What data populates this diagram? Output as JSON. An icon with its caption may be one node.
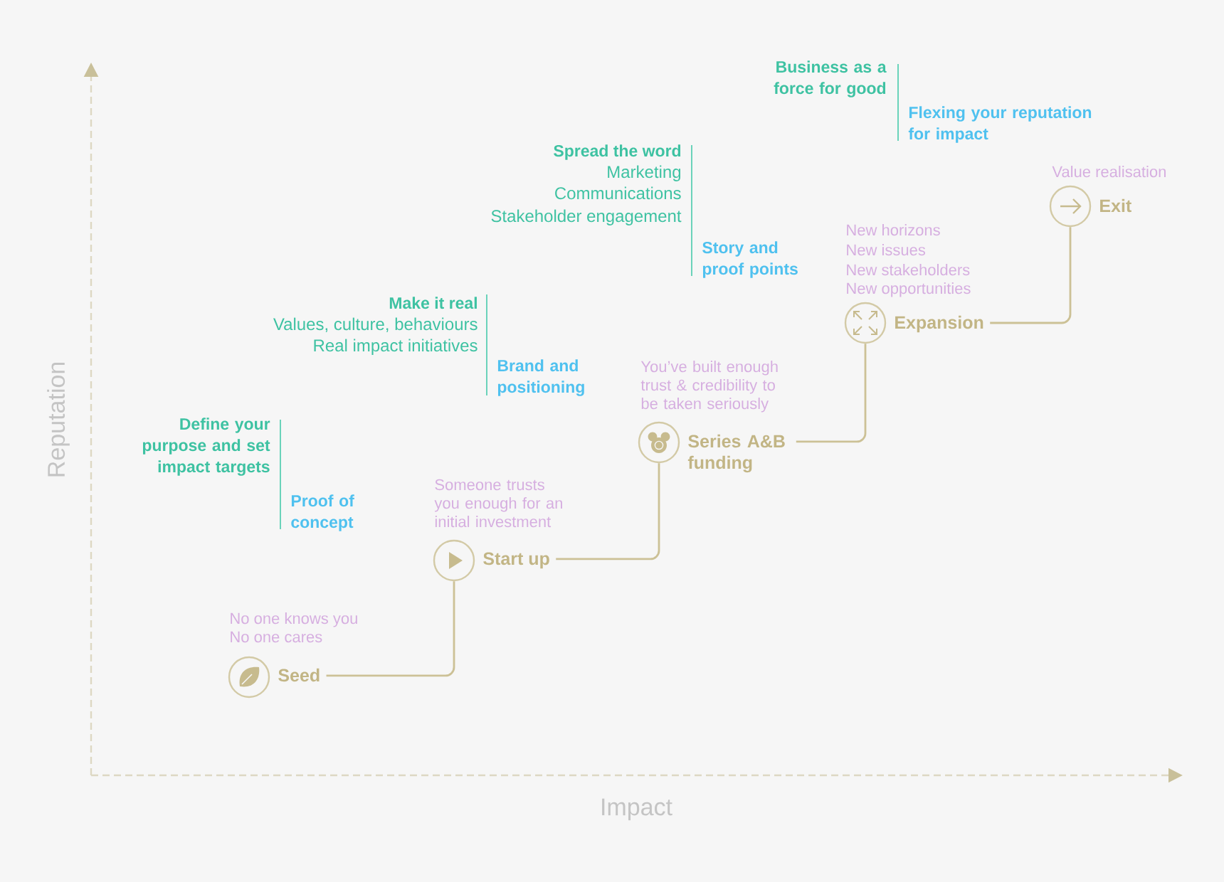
{
  "diagram": {
    "nodes": [
      {
        "text": [],
        "shape": "circle",
        "beside": [
          "No one knows you",
          "No one cares"
        ]
      },
      {
        "text": [
          "Seed"
        ]
      },
      {
        "text": [],
        "shape": "circle",
        "beside": [
          "Someone trusts you enough for an initial investment"
        ]
      },
      {
        "text": [
          "Start up"
        ]
      },
      {
        "text": [],
        "shape": "circle",
        "beside": [
          "You’ve built enough trust & credibility to be taken seriously"
        ]
      },
      {
        "text": [
          "Series A&B funding"
        ]
      },
      {
        "text": [],
        "shape": "circle",
        "beside": [
          "New horizons",
          "New issues",
          "New stakeholders",
          "New opportunities"
        ]
      },
      {
        "text": [
          "Expansion"
        ]
      },
      {
        "text": [],
        "shape": "circle",
        "beside": [
          "Value realisation"
        ]
      },
      {
        "text": [
          "Exit"
        ]
      }
    ],
    "edges": [
      {
        "from": 1,
        "to": 2,
        "arrow": "none"
      },
      {
        "from": 3,
        "to": 4,
        "arrow": "none"
      },
      {
        "from": 5,
        "to": 6,
        "arrow": "none"
      },
      {
        "from": 7,
        "to": 8,
        "arrow": "none"
      }
    ],
    "labels": [
      "Define your purpose and set impact targets",
      "Proof of concept",
      "Make it real",
      "Values, culture, behaviours",
      "Real impact initiatives",
      "Brand and positioning",
      "Spread the word",
      "Marketing",
      "Communications",
      "Stakeholder engagement",
      "Story and proof points",
      "Business as a force for good",
      "Flexing your reputation for impact",
      "Reputation",
      "Impact"
    ]
  }
}
